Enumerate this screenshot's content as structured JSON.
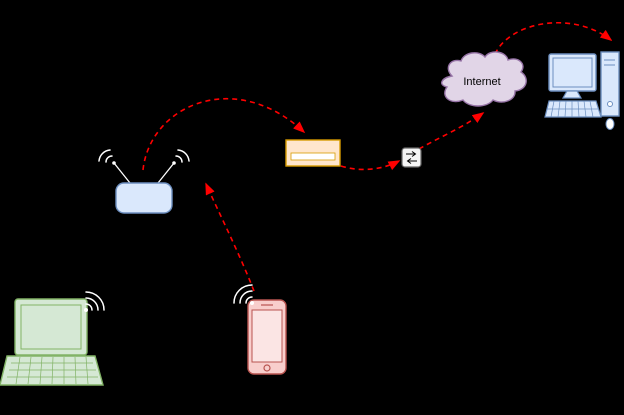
{
  "diagram": {
    "background": "#000000",
    "cloud_label": "Internet",
    "colors": {
      "router_fill": "#DAE8FC",
      "router_stroke": "#6C8EBF",
      "laptop_fill": "#D5E8D4",
      "laptop_stroke": "#82B366",
      "phone_fill": "#F8CECC",
      "phone_stroke": "#B85450",
      "modem_fill": "#FFE6CC",
      "modem_stroke": "#D79B00",
      "cloud_fill": "#E1D5E7",
      "cloud_stroke": "#9673A6",
      "computer_fill": "#DAE8FC",
      "computer_stroke": "#6C8EBF",
      "switch_fill": "#F5F5F5",
      "arrow": "#FF0000",
      "wifi_wave": "#FFFFFF"
    },
    "nodes": [
      {
        "id": "laptop",
        "type": "laptop"
      },
      {
        "id": "smartphone",
        "type": "smartphone"
      },
      {
        "id": "wireless-router",
        "type": "wireless-router"
      },
      {
        "id": "modem",
        "type": "modem"
      },
      {
        "id": "switch",
        "type": "switch"
      },
      {
        "id": "internet-cloud",
        "type": "cloud",
        "label": "Internet"
      },
      {
        "id": "desktop-computer",
        "type": "desktop-computer"
      }
    ],
    "connections": [
      {
        "from": "wireless-router",
        "to": "modem",
        "style": "dashed-red-arrow"
      },
      {
        "from": "smartphone",
        "to": "wireless-router",
        "style": "dashed-red-arrow"
      },
      {
        "from": "modem",
        "to": "switch",
        "style": "dashed-red-arrow"
      },
      {
        "from": "switch",
        "to": "internet-cloud",
        "style": "dashed-red-arrow"
      },
      {
        "from": "internet-cloud",
        "to": "desktop-computer",
        "style": "dashed-red-arrow"
      }
    ]
  }
}
